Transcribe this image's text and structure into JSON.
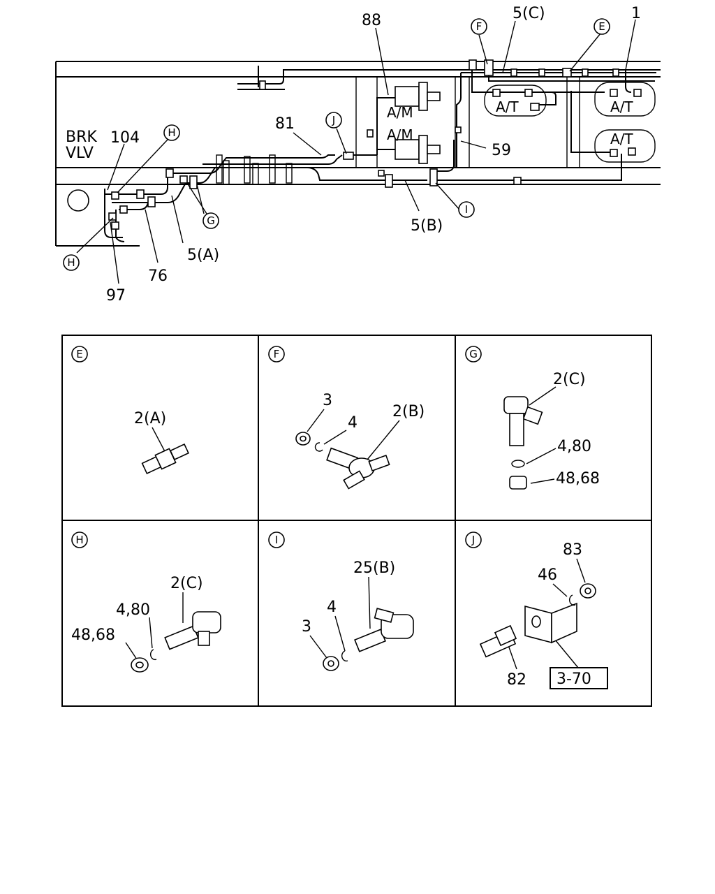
{
  "top_diagram": {
    "brake_valve_label_line1": "BRK",
    "brake_valve_label_line2": "VLV",
    "labels": {
      "l88": "88",
      "l5c": "5(C)",
      "l1": "1",
      "l81": "81",
      "l104": "104",
      "l59": "59",
      "l5b": "5(B)",
      "l5a": "5(A)",
      "l76": "76",
      "l97": "97"
    },
    "unit_labels": {
      "am_upper": "A/M",
      "am_lower": "A/M",
      "at_left": "A/T",
      "at_right": "A/T",
      "at_lower": "A/T"
    },
    "callouts": {
      "F": "F",
      "E": "E",
      "J": "J",
      "H_top": "H",
      "H_bottom": "H",
      "G": "G",
      "I": "I"
    }
  },
  "detail_panels": {
    "E": {
      "letter": "E",
      "parts": [
        "2(A)"
      ]
    },
    "F": {
      "letter": "F",
      "parts": [
        "3",
        "4",
        "2(B)"
      ]
    },
    "G": {
      "letter": "G",
      "parts": [
        "2(C)",
        "4,80",
        "48,68"
      ]
    },
    "H": {
      "letter": "H",
      "parts": [
        "2(C)",
        "4,80",
        "48,68"
      ]
    },
    "I": {
      "letter": "I",
      "parts": [
        "25(B)",
        "4",
        "3"
      ]
    },
    "J": {
      "letter": "J",
      "parts": [
        "83",
        "46",
        "82"
      ],
      "reference_box": "3-70"
    }
  }
}
